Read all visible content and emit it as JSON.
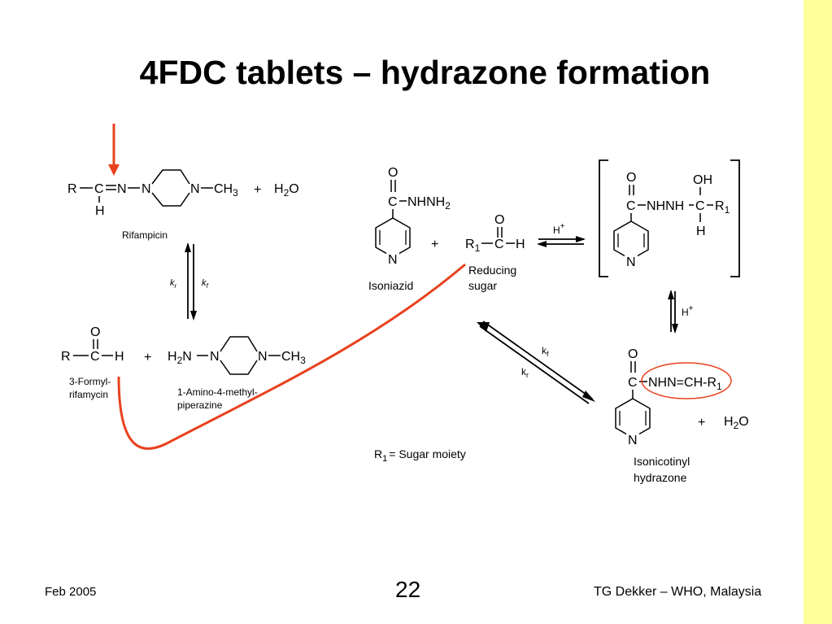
{
  "slide": {
    "title": "4FDC tablets – hydrazone formation",
    "footer_left": "Feb 2005",
    "slide_number": "22",
    "footer_right": "TG Dekker – WHO, Malaysia",
    "sidebar_color": "#ffff99",
    "highlight_color": "#e8411e"
  },
  "scheme": {
    "rifampicin": {
      "R": "R",
      "C": "C",
      "N1": "N",
      "N2": "N",
      "N3": "N",
      "CH3": "CH",
      "CH3_sub": "3",
      "H": "H",
      "plus": "+",
      "H2O_H": "H",
      "H2O_sub": "2",
      "H2O_O": "O",
      "name": "Rifampicin"
    },
    "kr_left": "k",
    "kr_left_sub": "r",
    "kf_left": "k",
    "kf_left_sub": "f",
    "formyl": {
      "R": "R",
      "C": "C",
      "H": "H",
      "O": "O",
      "plus": "+",
      "name_line1": "3-Formyl-",
      "name_line2": "rifamycin"
    },
    "amino": {
      "H2N_H": "H",
      "H2N_sub": "2",
      "H2N_N": "N",
      "N1": "N",
      "N2": "N",
      "CH3": "CH",
      "CH3_sub": "3",
      "name_line1": "1-Amino-4-methyl-",
      "name_line2": "piperazine"
    },
    "isoniazid": {
      "O": "O",
      "C": "C",
      "chain": "NHNH",
      "chain_sub": "2",
      "N_ring": "N",
      "name": "Isoniazid"
    },
    "plus_mid": "+",
    "sugar": {
      "O": "O",
      "R": "R",
      "R_sub": "1",
      "C": "C",
      "H": "H",
      "name_line1": "Reducing",
      "name_line2": "sugar"
    },
    "h_plus_top": "H",
    "h_plus_top_sup": "+",
    "intermediate": {
      "O": "O",
      "C": "C",
      "chain": "NHNH",
      "C2": "C",
      "R": "R",
      "R_sub": "1",
      "OH": "OH",
      "H": "H",
      "N_ring": "N"
    },
    "h_plus_right": "H",
    "h_plus_right_sup": "+",
    "kf_right": "k",
    "kf_right_sub": "f",
    "kr_right": "k",
    "kr_right_sub": "r",
    "hydrazone": {
      "O": "O",
      "C": "C",
      "chain": "NHN=CH-R",
      "chain_sub": "1",
      "N_ring": "N",
      "plus": "+",
      "H2O_H": "H",
      "H2O_sub": "2",
      "H2O_O": "O",
      "name_line1": "Isonicotinyl",
      "name_line2": "hydrazone"
    },
    "r1_note_R": "R",
    "r1_note_sub": "1",
    "r1_note_text": "= Sugar moiety"
  }
}
